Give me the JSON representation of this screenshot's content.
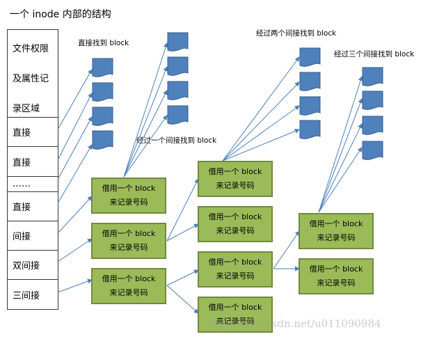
{
  "title": "一个 inode 内部的结构",
  "inode": {
    "meta_lines": [
      "文件权限",
      "及属性记",
      "录区域"
    ],
    "rows": [
      "直接",
      "直接",
      "……",
      "直接",
      "间接",
      "双间接",
      "三间接"
    ]
  },
  "labels": {
    "direct": "直接找到 block",
    "single": "经过一个间接找到 block",
    "double": "经过两个间接找到 block",
    "triple": "经过三个间接找到 block"
  },
  "box": {
    "line1": "借用一个 block",
    "line2": "来记录号码"
  },
  "watermark": "http://blog.csdn.net/u011090984",
  "colors": {
    "block_fill": "#4f81bd",
    "block_stroke": "#385d8a",
    "box_fill": "#9bbb59",
    "box_stroke": "#71893f",
    "arrow": "#4a7ebb"
  }
}
